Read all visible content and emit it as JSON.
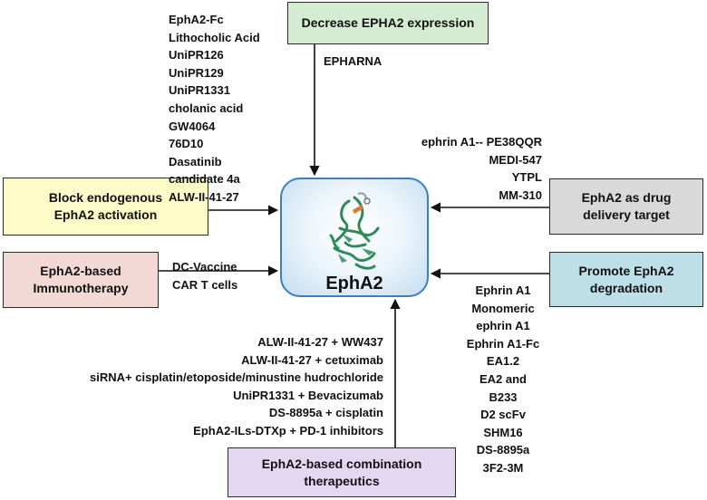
{
  "center": {
    "label": "EphA2"
  },
  "boxes": {
    "decrease": {
      "label": "Decrease EPHA2 expression",
      "color": "#d4ecd2"
    },
    "block": {
      "label": "Block endogenous\nEphA2 activation",
      "color": "#fdfbc8"
    },
    "immuno": {
      "label": "EphA2-based\nImmunotherapy",
      "color": "#f2d9d6"
    },
    "drug": {
      "label": "EphA2 as drug\ndelivery target",
      "color": "#d9d9d9"
    },
    "degrade": {
      "label": "Promote EphA2\ndegradation",
      "color": "#bfdfe8"
    },
    "combo": {
      "label": "EphA2-based combination\ntherapeutics",
      "color": "#e3d7f2"
    }
  },
  "lists": {
    "decrease": [
      "EPHARNA"
    ],
    "block": [
      "EphA2-Fc",
      "Lithocholic Acid",
      "UniPR126",
      "UniPR129",
      "UniPR1331",
      "cholanic acid",
      "GW4064",
      "76D10",
      "Dasatinib",
      "candidate 4a",
      "ALW-II-41-27"
    ],
    "immuno": [
      "DC-Vaccine",
      "CAR T cells"
    ],
    "drug": [
      "ephrin A1-- PE38QQR",
      "MEDI-547",
      "YTPL",
      "MM-310"
    ],
    "degrade": [
      "Ephrin A1",
      "Monomeric",
      "ephrin A1",
      "Ephrin A1-Fc",
      "EA1.2",
      "EA2 and",
      "B233",
      "D2 scFv",
      "SHM16",
      "DS-8895a",
      "3F2-3M"
    ],
    "combo": [
      "ALW-II-41-27 + WW437",
      "ALW-II-41-27 + cetuximab",
      "siRNA+ cisplatin/etoposide/minustine hudrochloride",
      "UniPR1331 + Bevacizumab",
      "DS-8895a + cisplatin",
      "EphA2-ILs-DTXp + PD-1 inhibitors"
    ]
  },
  "colors": {
    "arrow": "#111111",
    "center_border": "#3b7fc0",
    "protein_green": "#2f8a5a",
    "protein_orange": "#e0792a"
  }
}
